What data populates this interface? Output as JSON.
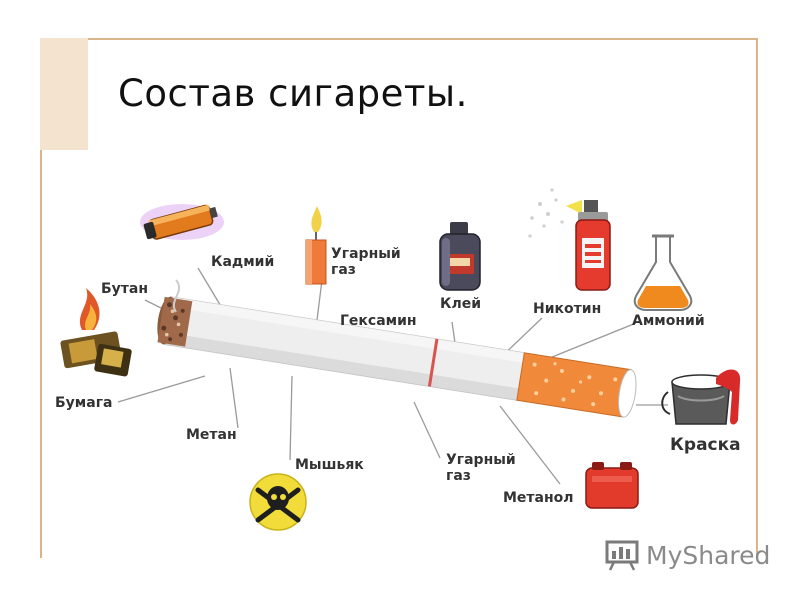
{
  "slide": {
    "title": "Состав сигареты."
  },
  "labels": {
    "butan": "Бутан",
    "kadmiy": "Кадмий",
    "ugarny_gaz_top": "Угарный\nгаз",
    "geksamin": "Гексамин",
    "kley": "Клей",
    "nikotin": "Никотин",
    "ammoniy": "Аммоний",
    "bumaga": "Бумага",
    "metan": "Метан",
    "myshyak": "Мышьяк",
    "ugarny_gaz_bottom": "Угарный\nгаз",
    "metanol": "Метанол",
    "kraska": "Краска"
  },
  "icons": {
    "lighter": "lighter-icon",
    "battery": "battery-icon",
    "candle": "candle-icon",
    "glue_bottle": "glue-bottle-icon",
    "spray_can": "spray-can-icon",
    "flask": "flask-icon",
    "skull": "skull-crossbones-icon",
    "fuel_can": "fuel-can-icon",
    "paint_bucket": "paint-bucket-icon"
  },
  "colors": {
    "filter": "#f08a3a",
    "paper": "#ececec",
    "ash": "#8a5a3c",
    "frame": "#d9b68a"
  },
  "watermark": {
    "text": "MyShared"
  }
}
